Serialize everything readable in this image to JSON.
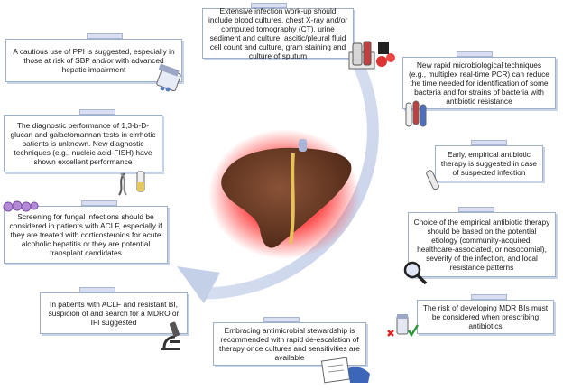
{
  "diagram": {
    "center_icon": "liver-icon",
    "cycle_arrow_icon": "circular-arrow-icon",
    "accent_color": "#c9d3ec",
    "steps": [
      {
        "id": "infection-workup",
        "icon": "lab-samples-icon",
        "text": "Extensive infection work-up should include blood cultures, chest X-ray and/or computed tomography (CT), urine sediment and culture, ascitic/pleural fluid cell count and culture, gram staining and culture of sputum"
      },
      {
        "id": "rapid-microbiology",
        "icon": "test-tubes-icon",
        "text": "New rapid microbiological techniques (e.g., multiplex real-time PCR) can reduce the time needed for identification of some bacteria and for strains of bacteria with antibiotic resistance"
      },
      {
        "id": "empirical-therapy",
        "icon": "test-tube-icon",
        "text": "Early, empirical antibiotic therapy is suggested in case of suspected infection"
      },
      {
        "id": "antibiotic-choice",
        "icon": "magnifier-icon",
        "text": "Choice of the empirical antibiotic therapy should be based on the potential etiology (community-acquired, healthcare-associated, or nosocomial), severity of the infection, and local resistance patterns"
      },
      {
        "id": "mdr-risk",
        "icon": "pill-bottle-check-icon",
        "text": "The risk of developing MDR BIs must be considered when prescribing antibiotics"
      },
      {
        "id": "stewardship",
        "icon": "clipboard-hand-icon",
        "text": "Embracing antimicrobial stewardship is recommended with rapid de-escalation of therapy once cultures and sensitivities are available"
      },
      {
        "id": "aclf-resistant",
        "icon": "microscope-icon",
        "text": "In patients with ACLF and resistant BI, suspicion of and search for a MDRO or IFI suggested"
      },
      {
        "id": "fungal-screening",
        "icon": "fungi-icon",
        "text": "Screening for fungal infections should be considered in patients with ACLF, especially if they are treated with corticosteroids for acute alcoholic hepatitis or they are potential transplant candidates"
      },
      {
        "id": "diagnostic-performance",
        "icon": "dna-vial-icon",
        "text": "The diagnostic performance of 1,3-b-D-glucan and galactomannan tests in cirrhotic patients is unknown. New diagnostic techniques (e.g., nucleic acid-FISH) have shown excellent performance"
      },
      {
        "id": "ppi-use",
        "icon": "pill-bottle-icon",
        "text": "A cautious use of PPI is suggested, especially in those at risk of SBP and/or with advanced hepatic impairment"
      }
    ]
  }
}
